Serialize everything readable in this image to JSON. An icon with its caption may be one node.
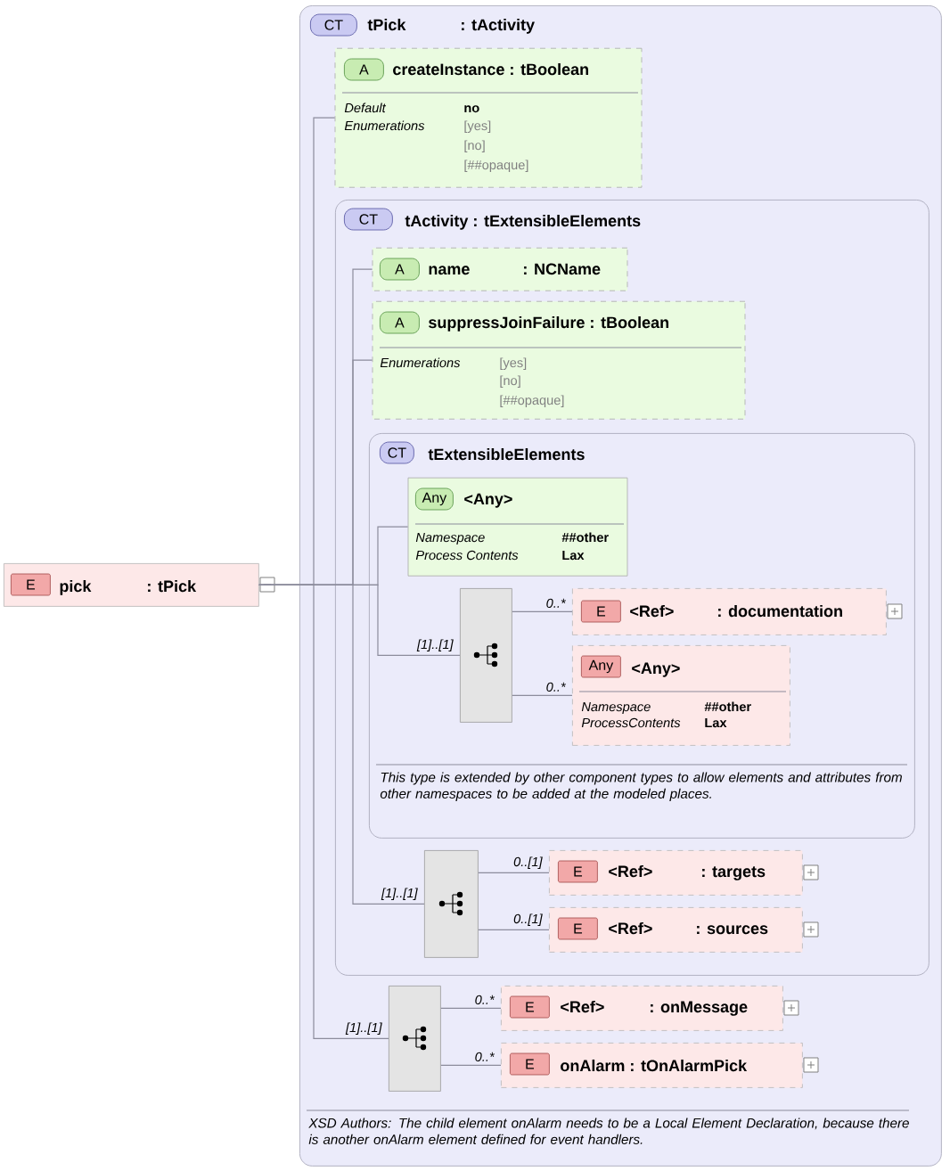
{
  "diagram": {
    "nodes": [
      {
        "text": [
          "E",
          "pick",
          ": tPick"
        ]
      },
      {
        "text": [
          "CT",
          "tPick",
          ": tActivity",
          "XSD Authors: The child element onAlarm needs to be a Local Element Declaration, because there is another onAlarm element defined for event handlers."
        ]
      },
      {
        "text": [
          "A",
          "createInstance : tBoolean",
          "Default",
          "no",
          "Enumerations",
          "[yes]",
          "[no]",
          "[##opaque]"
        ],
        "in": 1
      },
      {
        "text": [
          "CT",
          "tActivity : tExtensibleElements"
        ],
        "in": 1
      },
      {
        "text": [
          "A",
          "name",
          ": NCName"
        ],
        "in": 3
      },
      {
        "text": [
          "A",
          "suppressJoinFailure : tBoolean",
          "Enumerations",
          "[yes]",
          "[no]",
          "[##opaque]"
        ],
        "in": 3
      },
      {
        "text": [
          "CT",
          "tExtensibleElements",
          "This type is extended by other component types to allow elements and attributes from other namespaces to be added at the modeled places."
        ],
        "in": 3
      },
      {
        "text": [
          "Any",
          "<Any>",
          "Namespace",
          "##other",
          "Process Contents",
          "Lax"
        ],
        "in": 6
      },
      {
        "text": [],
        "shape": "box",
        "in": 6
      },
      {
        "text": [
          "E",
          "<Ref>",
          ": documentation"
        ],
        "in": 6
      },
      {
        "text": [
          "Any",
          "<Any>",
          "Namespace",
          "##other",
          "ProcessContents",
          "Lax"
        ],
        "in": 6
      },
      {
        "text": [],
        "shape": "box",
        "in": 3
      },
      {
        "text": [
          "E",
          "<Ref>",
          ": targets"
        ],
        "in": 3
      },
      {
        "text": [
          "E",
          "<Ref>",
          ": sources"
        ],
        "in": 3
      },
      {
        "text": [],
        "shape": "box",
        "in": 1
      },
      {
        "text": [
          "E",
          "<Ref>",
          ": onMessage"
        ],
        "in": 1
      },
      {
        "text": [
          "E",
          "onAlarm : tOnAlarmPick"
        ],
        "in": 1
      }
    ],
    "edges": [
      {
        "from": 0,
        "to": 2,
        "arrow": "none"
      },
      {
        "from": 0,
        "to": 4,
        "arrow": "none"
      },
      {
        "from": 0,
        "to": 5,
        "arrow": "none"
      },
      {
        "from": 0,
        "to": 7,
        "arrow": "none"
      },
      {
        "from": 0,
        "to": 8,
        "arrow": "none",
        "label": "[1]..[1]"
      },
      {
        "from": 8,
        "to": 9,
        "arrow": "none",
        "label": "0..*"
      },
      {
        "from": 8,
        "to": 10,
        "arrow": "none",
        "label": "0..*"
      },
      {
        "from": 0,
        "to": 11,
        "arrow": "none",
        "label": "[1]..[1]"
      },
      {
        "from": 11,
        "to": 12,
        "arrow": "none",
        "label": "0..[1]"
      },
      {
        "from": 11,
        "to": 13,
        "arrow": "none",
        "label": "0..[1]"
      },
      {
        "from": 0,
        "to": 14,
        "arrow": "none",
        "label": "[1]..[1]"
      },
      {
        "from": 14,
        "to": 15,
        "arrow": "none",
        "label": "0..*"
      },
      {
        "from": 14,
        "to": 16,
        "arrow": "none",
        "label": "0..*"
      }
    ]
  }
}
